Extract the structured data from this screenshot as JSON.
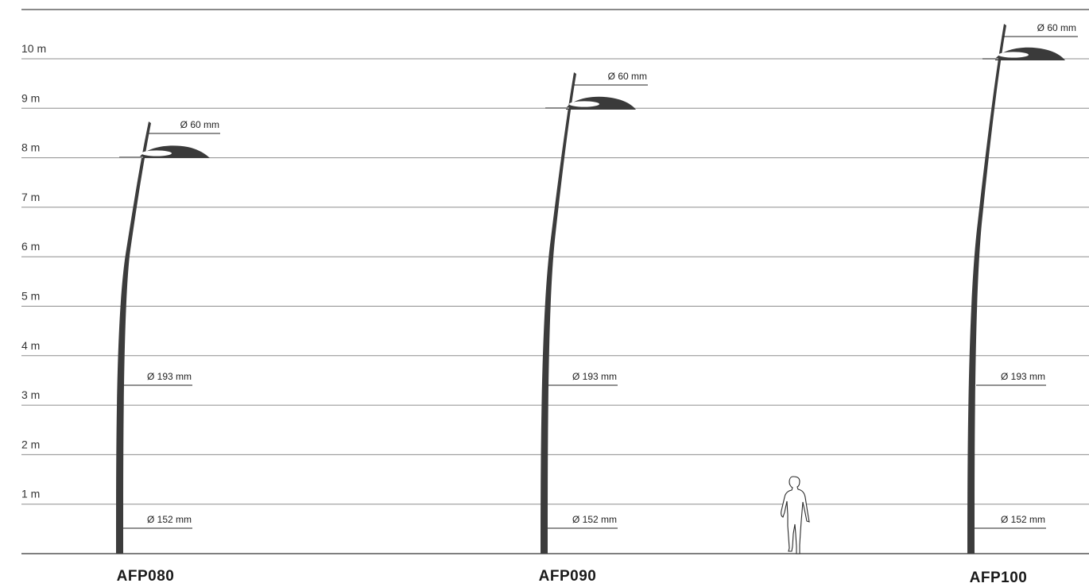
{
  "height_axis": {
    "unit": "m",
    "ticks": [
      {
        "value": 1,
        "label": "1 m"
      },
      {
        "value": 2,
        "label": "2 m"
      },
      {
        "value": 3,
        "label": "3 m"
      },
      {
        "value": 4,
        "label": "4 m"
      },
      {
        "value": 5,
        "label": "5 m"
      },
      {
        "value": 6,
        "label": "6 m"
      },
      {
        "value": 7,
        "label": "7 m"
      },
      {
        "value": 8,
        "label": "8 m"
      },
      {
        "value": 9,
        "label": "9 m"
      },
      {
        "value": 10,
        "label": "10 m"
      }
    ]
  },
  "poles": [
    {
      "model": "AFP080",
      "height_m": 8,
      "top_diameter": "Ø 60 mm",
      "mid_diameter": "Ø 193 mm",
      "base_diameter": "Ø 152 mm"
    },
    {
      "model": "AFP090",
      "height_m": 9,
      "top_diameter": "Ø 60 mm",
      "mid_diameter": "Ø 193 mm",
      "base_diameter": "Ø 152 mm"
    },
    {
      "model": "AFP100",
      "height_m": 10,
      "top_diameter": "Ø 60 mm",
      "mid_diameter": "Ø 193 mm",
      "base_diameter": "Ø 152 mm"
    }
  ],
  "scale_figure": "person-silhouette-icon",
  "colors": {
    "pole": "#3c3c3c",
    "grid": "#8d8d8d",
    "text": "#2b2b2b"
  }
}
